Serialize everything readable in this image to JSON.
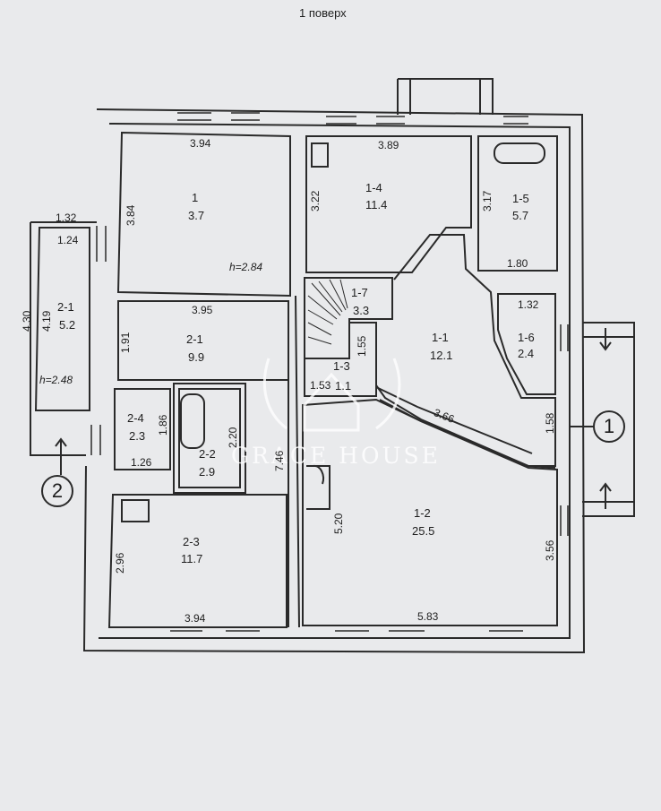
{
  "title": "1 поверх",
  "watermark": "GRACE HOUSE",
  "entrances": [
    "1",
    "2"
  ],
  "rooms": {
    "r1": {
      "id": "1",
      "area": "3.7"
    },
    "r14": {
      "id": "1-4",
      "area": "11.4"
    },
    "r15": {
      "id": "1-5",
      "area": "5.7"
    },
    "r17": {
      "id": "1-7",
      "area": "3.3"
    },
    "r11": {
      "id": "1-1",
      "area": "12.1"
    },
    "r16": {
      "id": "1-6",
      "area": "2.4"
    },
    "r13": {
      "id": "1-3",
      "area": "1.1"
    },
    "r12": {
      "id": "1-2",
      "area": "25.5"
    },
    "r21a": {
      "id": "2-1",
      "area": "5.2"
    },
    "r21b": {
      "id": "2-1",
      "area": "9.9"
    },
    "r24": {
      "id": "2-4",
      "area": "2.3"
    },
    "r22": {
      "id": "2-2",
      "area": "2.9"
    },
    "r23": {
      "id": "2-3",
      "area": "11.7"
    }
  },
  "dims": {
    "d394a": "3.94",
    "d384": "3.84",
    "d284": "h=2.84",
    "d389": "3.89",
    "d322": "3.22",
    "d317": "3.17",
    "d180": "1.80",
    "d132a": "1.32",
    "d124": "1.24",
    "d430": "4.30",
    "d419": "4.19",
    "d248": "h=2.48",
    "d395": "3.95",
    "d191": "1.91",
    "d132b": "1.32",
    "d155": "1.55",
    "d153": "1.53",
    "d366": "3.66",
    "d158": "1.58",
    "d186": "1.86",
    "d126": "1.26",
    "d220": "2.20",
    "d746": "7.46",
    "d520": "5.20",
    "d296": "2.96",
    "d394b": "3.94",
    "d583": "5.83",
    "d356": "3.56"
  }
}
